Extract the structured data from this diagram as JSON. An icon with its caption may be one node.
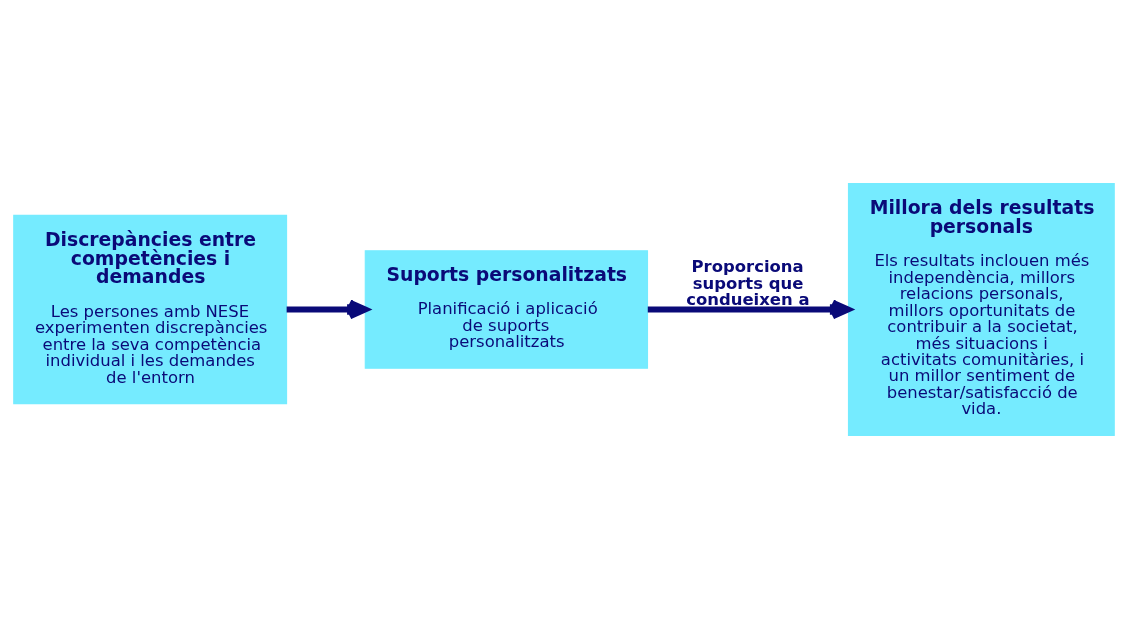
{
  "diagram": {
    "nodes": [
      {
        "text": [
          "Discrepàncies entre competències i demandes",
          "Les persones amb NESE experimenten discrepàncies entre la seva competència individual i les demandes de l'entorn"
        ]
      },
      {
        "text": [
          "Suports personalitzats",
          "Planificació i aplicació de suports personalitzats"
        ]
      },
      {
        "text": [
          "Millora dels resultats personals",
          "Els resultats inclouen més independència, millors relacions personals, millors oportunitats de contribuir a la societat, més situacions i activitats comunitàries, i un millor sentiment de benestar/satisfacció de vida."
        ]
      }
    ],
    "edges": [
      {
        "from": 0,
        "to": 1,
        "arrow": "to"
      },
      {
        "from": 1,
        "to": 2,
        "arrow": "to",
        "label": "Proporciona suports que condueixen a"
      }
    ]
  }
}
